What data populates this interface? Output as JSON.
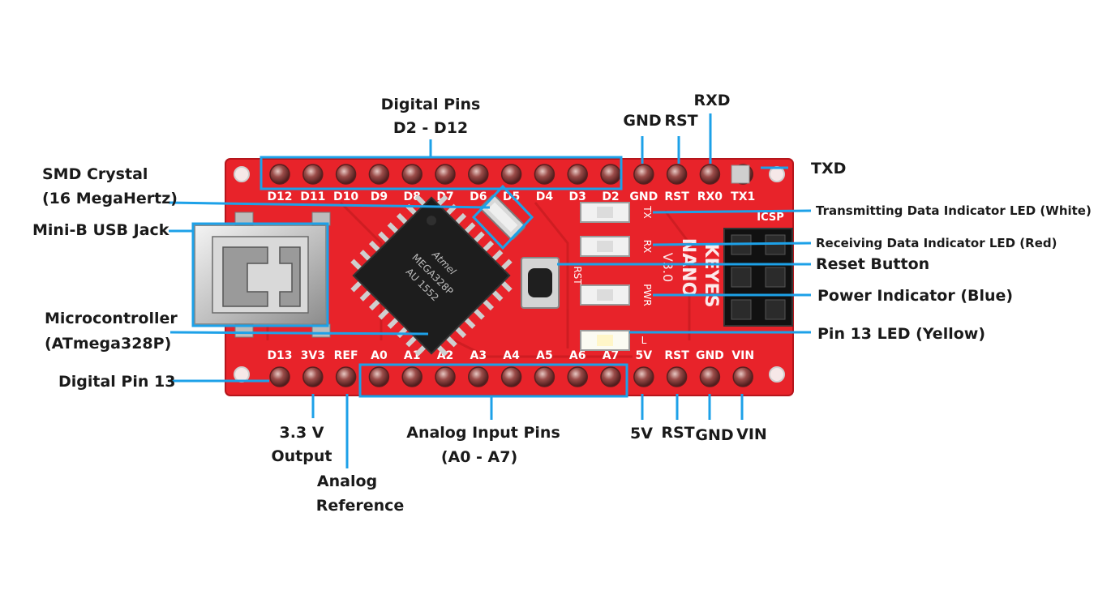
{
  "labels": {
    "digital_pins": "Digital Pins",
    "digital_pins_range": "D2 - D12",
    "gnd_top": "GND",
    "rst_top": "RST",
    "rxd": "RXD",
    "txd": "TXD",
    "smd_crystal": "SMD Crystal",
    "smd_crystal_freq": "(16 MegaHertz)",
    "mini_usb": "Mini-B USB Jack",
    "tx_led": "Transmitting Data Indicator LED (White)",
    "rx_led": "Receiving Data Indicator LED (Red)",
    "reset_button": "Reset Button",
    "power_indicator": "Power Indicator (Blue)",
    "pin13_led": "Pin 13 LED (Yellow)",
    "microcontroller": "Microcontroller",
    "microcontroller_model": "(ATmega328P)",
    "digital_pin13": "Digital Pin 13",
    "v33_output_1": "3.3 V",
    "v33_output_2": "Output",
    "analog_ref_1": "Analog",
    "analog_ref_2": "Reference",
    "analog_input": "Analog Input Pins",
    "analog_input_range": "(A0 - A7)",
    "v5": "5V",
    "rst_bottom": "RST",
    "gnd_bottom": "GND",
    "vin": "VIN"
  },
  "board": {
    "top_pins": [
      "D12",
      "D11",
      "D10",
      "D9",
      "D8",
      "D7",
      "D6",
      "D5",
      "D4",
      "D3",
      "D2",
      "GND",
      "RST",
      "RX0",
      "TX1"
    ],
    "bottom_pins": [
      "D13",
      "3V3",
      "REF",
      "A0",
      "A1",
      "A2",
      "A3",
      "A4",
      "A5",
      "A6",
      "A7",
      "5V",
      "RST",
      "GND",
      "VIN"
    ],
    "chip_text": [
      "MEGA328P",
      "AU 1552"
    ],
    "chip_logo": "Atmel",
    "brand": "KEYES",
    "model": "NANO",
    "version": "V3.0",
    "icsp": "ICSP",
    "led_tx": "TX",
    "led_rx": "RX",
    "led_pwr": "PWR",
    "led_l": "L",
    "rst_silk": "RST",
    "colors": {
      "board": "#e8232a",
      "board_dark": "#c81b21",
      "accent": "#1da1e8",
      "pin": "#8a3b3b",
      "chip": "#1d1d1d"
    }
  }
}
